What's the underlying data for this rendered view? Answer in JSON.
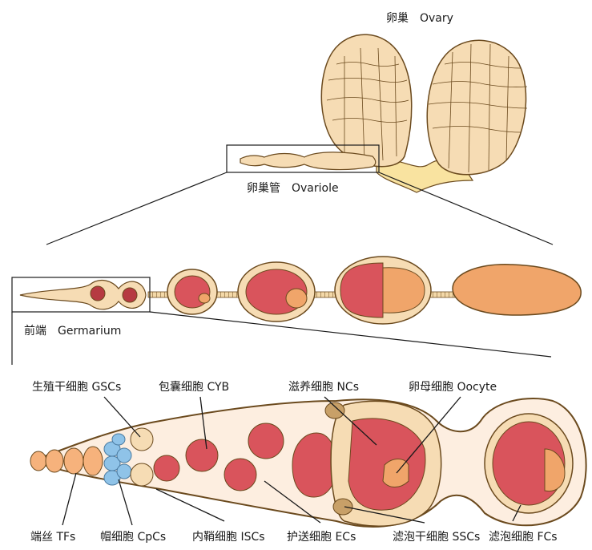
{
  "labels": {
    "ovary": "卵巢　Ovary",
    "ovariole": "卵巢管　Ovariole",
    "germarium": "前端　Germarium",
    "gsc": "生殖干细胞 GSCs",
    "cyb": "包囊细胞 CYB",
    "nc": "滋养细胞 NCs",
    "oocyte": "卵母细胞 Oocyte",
    "tf": "端丝 TFs",
    "cpc": "帽细胞 CpCs",
    "isc": "内鞘细胞 ISCs",
    "ec": "护送细胞 ECs",
    "ssc": "滤泡干细胞 SSCs",
    "fc": "滤泡细胞 FCs"
  },
  "colors": {
    "outline": "#6b4a1e",
    "cell_beige": "#f6dcb4",
    "stalk_yellow": "#f9e3a0",
    "nurse_red": "#d9545c",
    "oocyte_orange": "#f0a56a",
    "capcell_blue": "#8fc3e8",
    "tf_orange": "#f6b27c",
    "germarium_fill": "#fdeee0"
  }
}
